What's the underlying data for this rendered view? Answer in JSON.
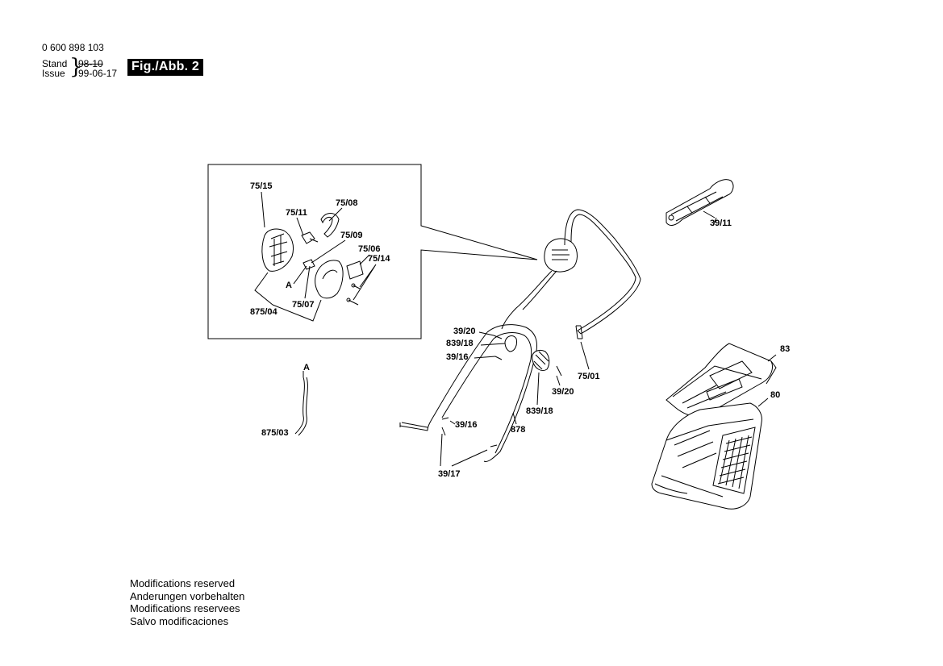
{
  "header": {
    "part_number": "0 600 898 103",
    "stand_label": "Stand",
    "issue_label": "Issue",
    "old_date": "98-10",
    "issue_date": "99-06-17",
    "figure_label": "Fig./Abb. 2"
  },
  "labels": {
    "l75_15": "75/15",
    "l75_11": "75/11",
    "l75_08": "75/08",
    "l75_09": "75/09",
    "l75_06": "75/06",
    "l75_14": "75/14",
    "lA_inset": "A",
    "l75_07": "75/07",
    "l875_04": "875/04",
    "l39_11": "39/11",
    "l39_20a": "39/20",
    "l839_18a": "839/18",
    "l39_16a": "39/16",
    "l75_01": "75/01",
    "l39_20b": "39/20",
    "l839_18b": "839/18",
    "l39_16b": "39/16",
    "l878": "878",
    "l39_17": "39/17",
    "lA_cable": "A",
    "l875_03": "875/03",
    "l83": "83",
    "l80": "80"
  },
  "notes": [
    "Modifications reserved",
    "Anderungen vorbehalten",
    "Modifications reservees",
    "Salvo modificaciones"
  ]
}
